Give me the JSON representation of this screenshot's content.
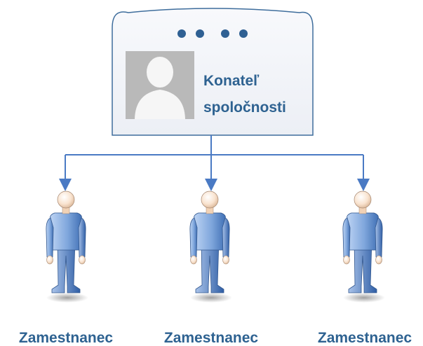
{
  "manager": {
    "label_line1": "Konateľ",
    "label_line2": "spoločnosti"
  },
  "employees": [
    {
      "label": "Zamestnanec"
    },
    {
      "label": "Zamestnanec"
    },
    {
      "label": "Zamestnanec"
    }
  ],
  "colors": {
    "text": "#2e6291",
    "connector": "#4a7ac4",
    "card_border": "#3e6d9c",
    "card_fill": "#f3f5f9",
    "dots": "#2f6093",
    "avatar_bg": "#b9b9b9",
    "avatar_silhouette": "#f6f6f6"
  }
}
